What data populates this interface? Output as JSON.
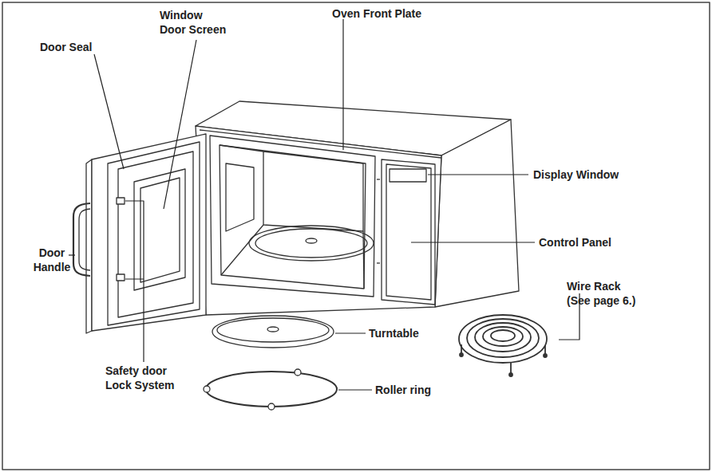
{
  "diagram": {
    "labels": [
      "Window Door Screen",
      "Oven Front Plate",
      "Door Seal",
      "Display Window",
      "Door Handle",
      "Control Panel",
      "Wire Rack (See page 6.)",
      "Turntable",
      "Safety door Lock System",
      "Roller ring"
    ]
  }
}
